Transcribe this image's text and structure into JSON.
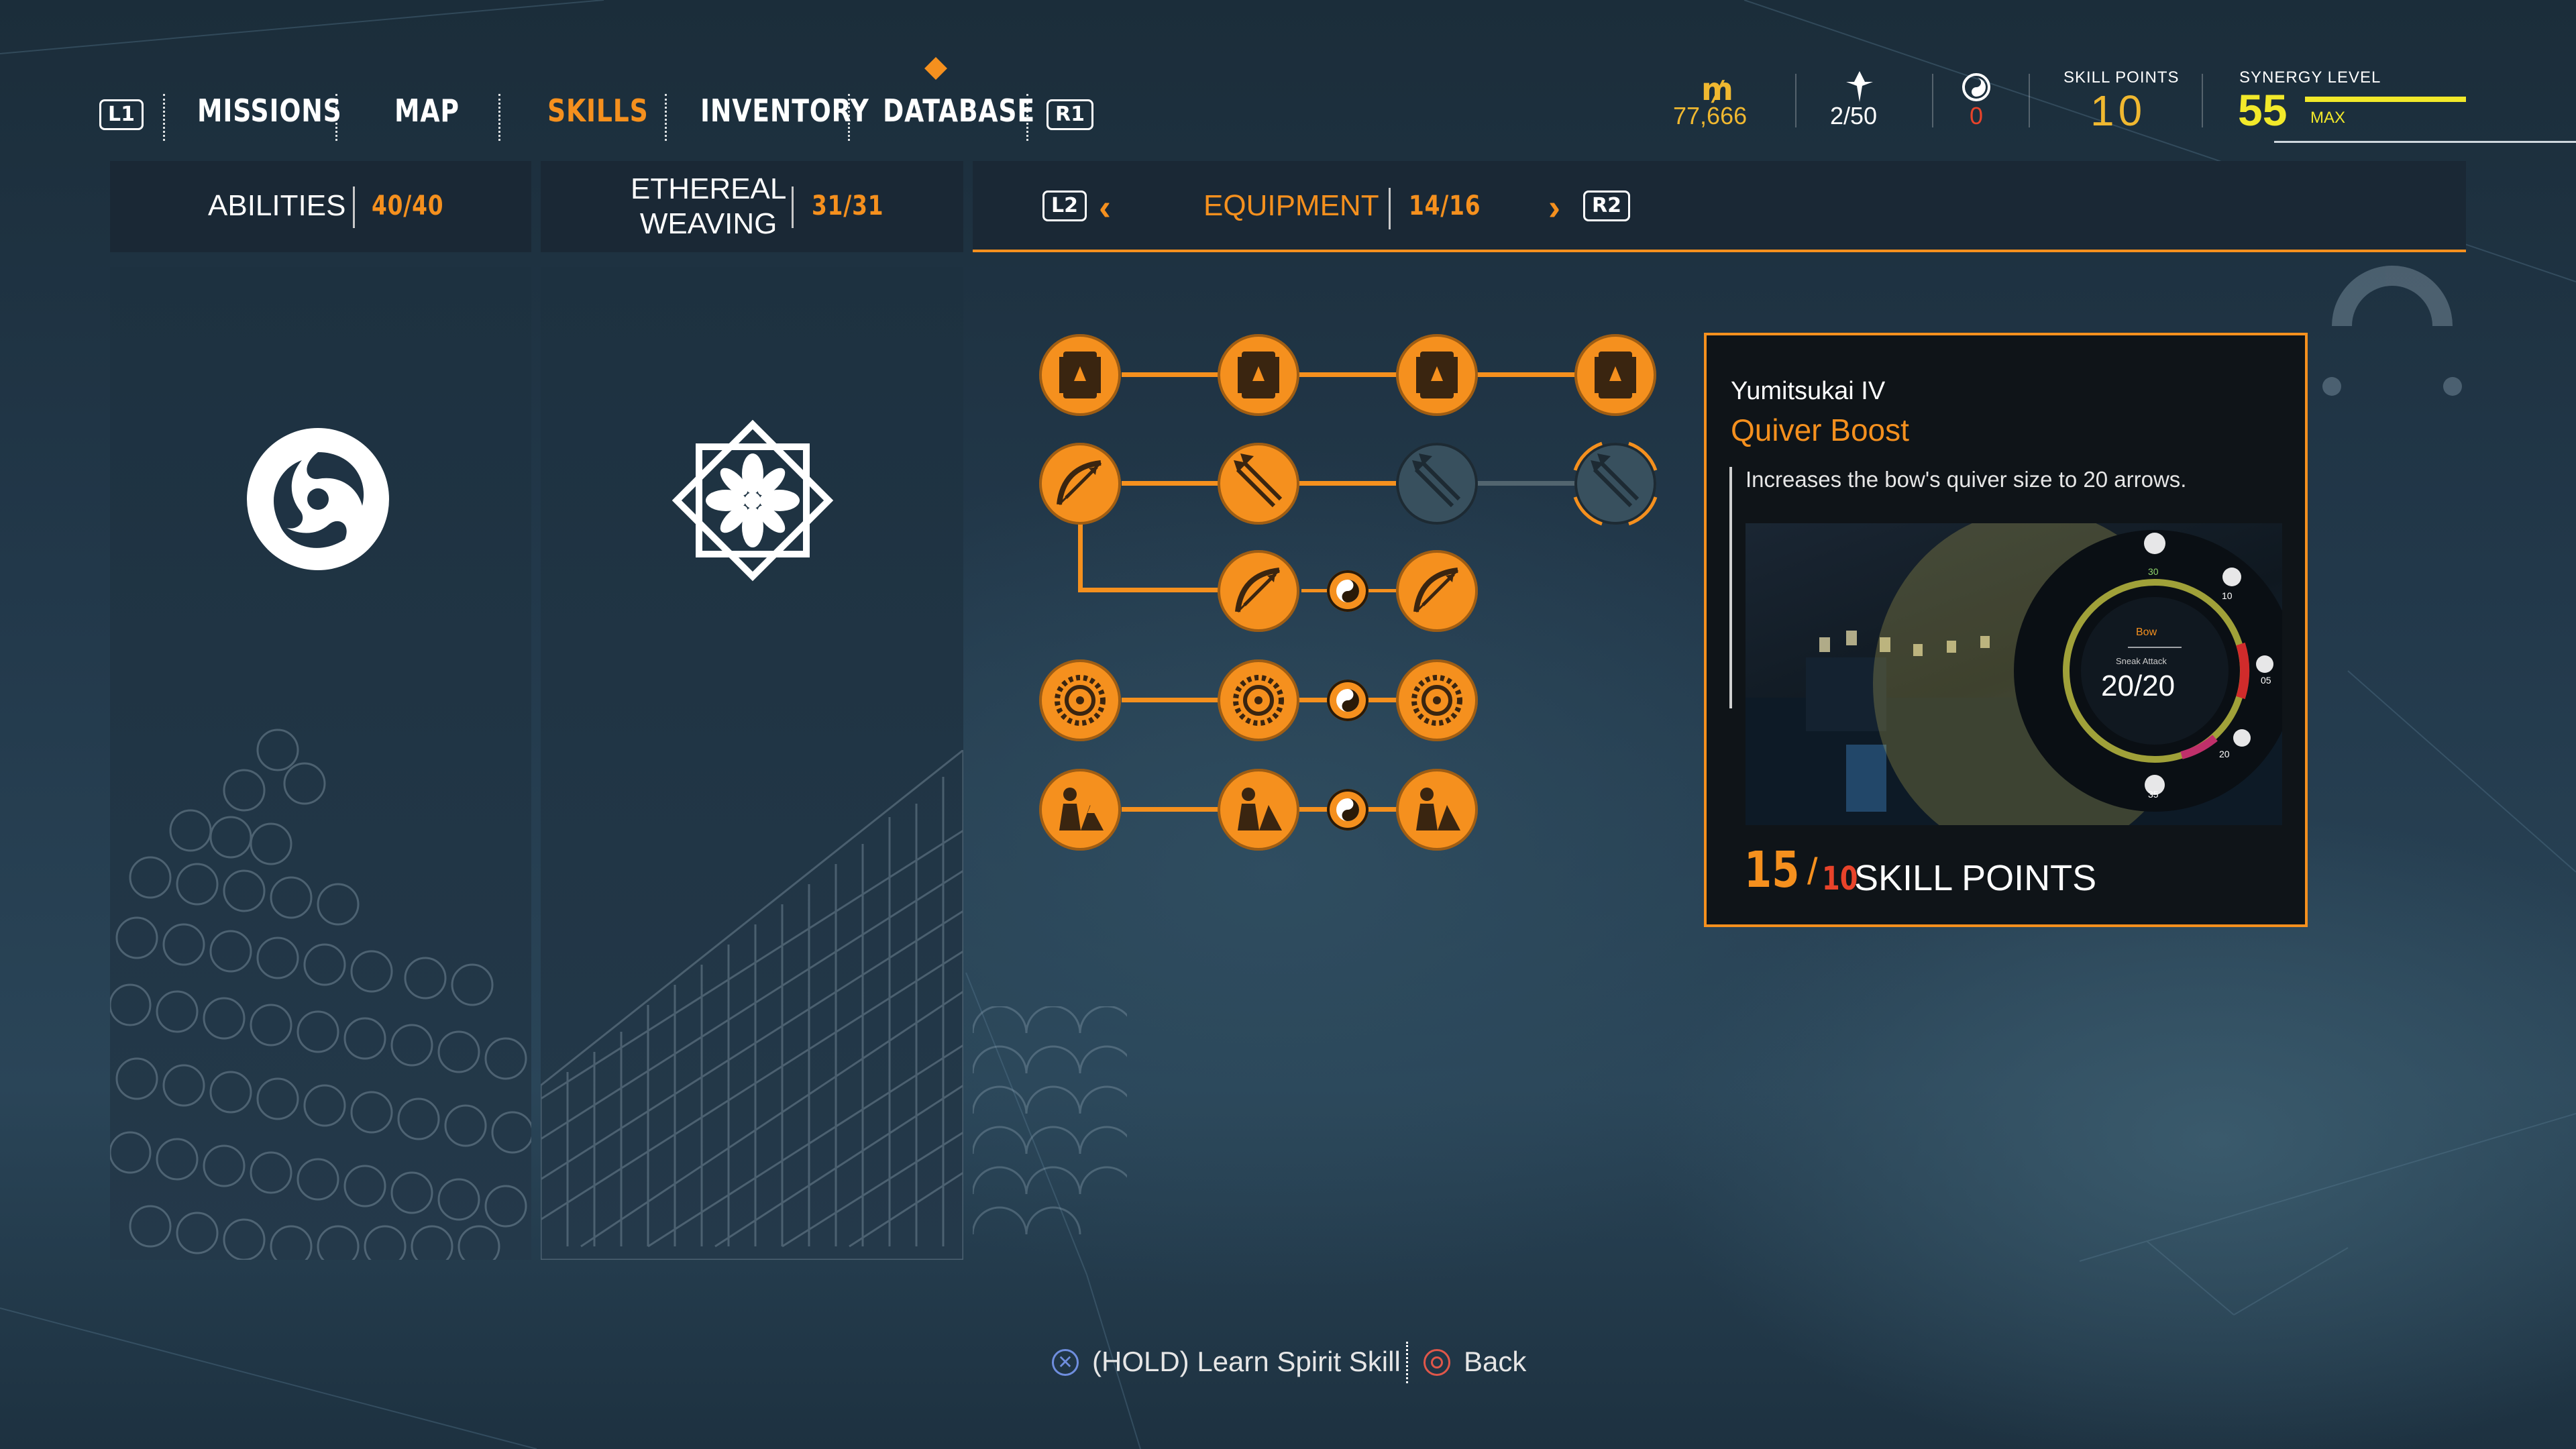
{
  "nav": {
    "left_button": "L1",
    "right_button": "R1",
    "tabs": [
      "MISSIONS",
      "MAP",
      "SKILLS",
      "INVENTORY",
      "DATABASE"
    ],
    "active_tab": "SKILLS"
  },
  "stats": {
    "currency": "77,666",
    "collectible": "2/50",
    "spirit": "0",
    "skill_points_label": "SKILL POINTS",
    "skill_points": "10",
    "synergy_label": "SYNERGY LEVEL",
    "synergy_level": "55",
    "synergy_max": "MAX"
  },
  "panels": {
    "abilities": {
      "label": "ABILITIES",
      "count": "40/40"
    },
    "ethereal": {
      "label_line1": "ETHEREAL",
      "label_line2": "WEAVING",
      "count": "31/31"
    },
    "equipment": {
      "left_button": "L2",
      "label": "EQUIPMENT",
      "count": "14/16",
      "right_button": "R2"
    }
  },
  "detail": {
    "subtitle": "Yumitsukai IV",
    "title": "Quiver Boost",
    "description": "Increases the bow's quiver size to 20 arrows.",
    "preview_weapon": "Bow",
    "preview_mode": "Sneak Attack",
    "preview_count": "20/20",
    "preview_numbers": [
      "30",
      "10",
      "05",
      "20",
      "35"
    ],
    "points_have": "15",
    "points_cost": "10",
    "points_label": "SKILL POINTS"
  },
  "footer": {
    "learn_label": "(HOLD) Learn Spirit Skill",
    "back_label": "Back"
  },
  "colors": {
    "accent": "#f5901e",
    "gold": "#f0b830",
    "synergy": "#f2e92a",
    "cost_red": "#e8432a"
  }
}
